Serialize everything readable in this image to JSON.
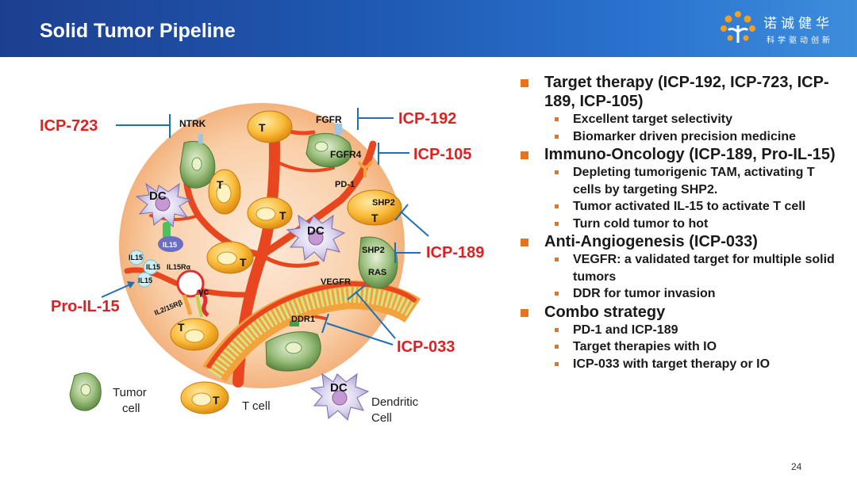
{
  "header": {
    "title": "Solid Tumor Pipeline"
  },
  "logo": {
    "name": "诺诚健华",
    "tagline": "科学驱动创新"
  },
  "diagram": {
    "drugs": {
      "icp723": "ICP-723",
      "icp192": "ICP-192",
      "icp105": "ICP-105",
      "icp189": "ICP-189",
      "prol15": "Pro-IL-15",
      "icp033": "ICP-033"
    },
    "targets": {
      "ntrk": "NTRK",
      "fgfr": "FGFR",
      "fgfr4": "FGFR4",
      "pd1": "PD-1",
      "shp2a": "SHP2",
      "shp2b": "SHP2",
      "ras": "RAS",
      "vegfr": "VEGFR",
      "ddr1": "DDR1",
      "il15a": "IL15",
      "il15b": "IL15",
      "il15c": "IL15",
      "il15d": "IL15",
      "il15ra": "IL15Rα",
      "il2r": "IL2/15Rβ",
      "gc": "γc"
    },
    "cells": {
      "t": "T",
      "dc": "DC"
    },
    "legend": {
      "tumor": "Tumor\ncell",
      "tcell": "T cell",
      "dendritic": "Dendritic\nCell"
    }
  },
  "bullets": [
    {
      "text": "Target therapy (ICP-192, ICP-723, ICP-189, ICP-105)",
      "subs": [
        "Excellent target selectivity",
        "Biomarker driven precision medicine"
      ]
    },
    {
      "text": "Immuno-Oncology (ICP-189, Pro-IL-15)",
      "subs": [
        "Depleting tumorigenic TAM, activating T cells by targeting SHP2.",
        "Tumor activated IL-15 to activate T cell",
        "Turn cold tumor to hot"
      ]
    },
    {
      "text": "Anti-Angiogenesis (ICP-033)",
      "subs": [
        "VEGFR: a validated target for multiple solid tumors",
        "DDR for tumor invasion"
      ]
    },
    {
      "text": "Combo strategy",
      "subs": [
        "PD-1 and ICP-189",
        "Target therapies with IO",
        "ICP-033 with target therapy or IO"
      ]
    }
  ],
  "page_number": "24",
  "colors": {
    "header": "#1f5ab4",
    "drug_label": "#e02020",
    "bullet": "#e8731d",
    "pointer": "#1f6fb6"
  }
}
